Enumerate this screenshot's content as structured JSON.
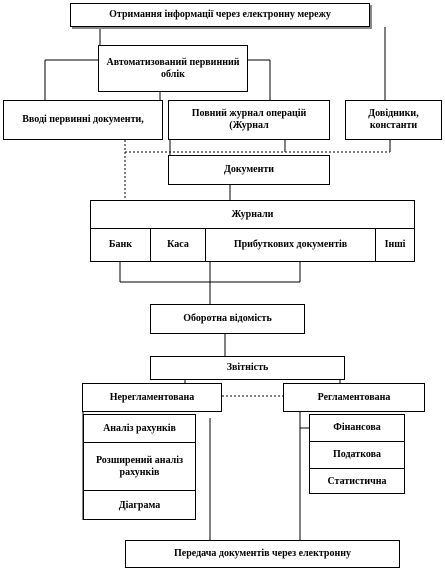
{
  "nodes": {
    "top": "Отримання інформації через електронну мережу",
    "automated": "Автоматизований первинний облік",
    "input_docs": "Вводі первинні документи,",
    "journal_full": "Повний журнал операцій (Журнал",
    "directories": "Довідники, константи",
    "documents": "Документи",
    "journals": {
      "title": "Журнали",
      "cells": [
        "Банк",
        "Каса",
        "Прибуткових документів",
        "Інші"
      ]
    },
    "turnover": "Оборотна відомість",
    "reporting": "Звітність",
    "unregulated": {
      "title": "Нерегламентована",
      "items": [
        "Аналіз рахунків",
        "Розширений аналіз рахунків",
        "Діаграма"
      ]
    },
    "regulated": {
      "title": "Регламентована",
      "items": [
        "Фінансова",
        "Податкова",
        "Статистична"
      ]
    },
    "transfer": "Передача документів через електронну"
  }
}
